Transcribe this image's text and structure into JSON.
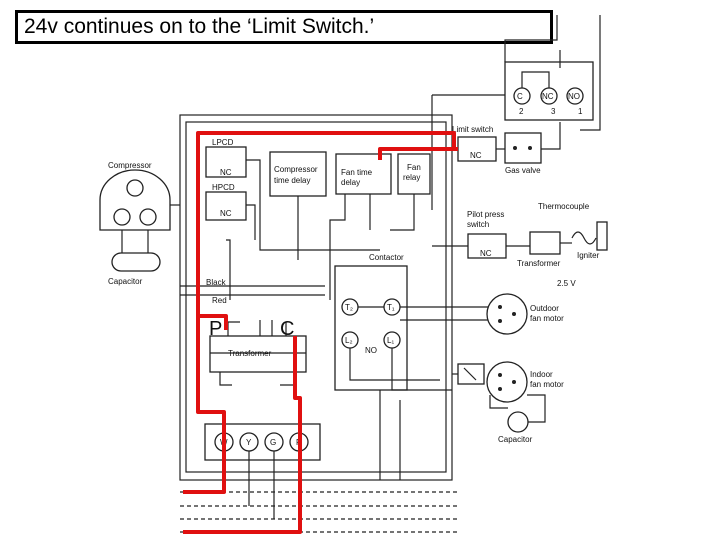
{
  "slide": {
    "title": "24v continues on to the ‘Limit Switch.’"
  },
  "labels": {
    "limit_switch": "Limit switch",
    "nc": "NC",
    "no": "NO",
    "c": "C",
    "n2": "2",
    "n3": "3",
    "n1": "1",
    "gas_valve": "Gas valve",
    "thermocouple": "Thermocouple",
    "pilot_press": "Pilot press",
    "switch": "switch",
    "igniter": "Igniter",
    "transformer": "Transformer",
    "volts": "2.5 V",
    "compressor": "Compressor",
    "capacitor": "Capacitor",
    "lpcd": "LPCD",
    "hpcd": "HPCD",
    "comp_delay_1": "Compressor",
    "comp_delay_2": "time delay",
    "fan_delay_1": "Fan time",
    "fan_delay_2": "delay",
    "fan_relay_1": "Fan",
    "fan_relay_2": "relay",
    "contactor": "Contactor",
    "black": "Black",
    "red": "Red",
    "p": "P",
    "c_big": "C",
    "t2": "T₂",
    "t1": "T₁",
    "l2": "L₂",
    "l1": "L₁",
    "outdoor_1": "Outdoor",
    "outdoor_2": "fan motor",
    "indoor_1": "Indoor",
    "indoor_2": "fan motor",
    "w": "W",
    "y": "Y",
    "g": "G",
    "r": "R"
  },
  "colors": {
    "highlight": "#e01010",
    "line": "#222222"
  }
}
